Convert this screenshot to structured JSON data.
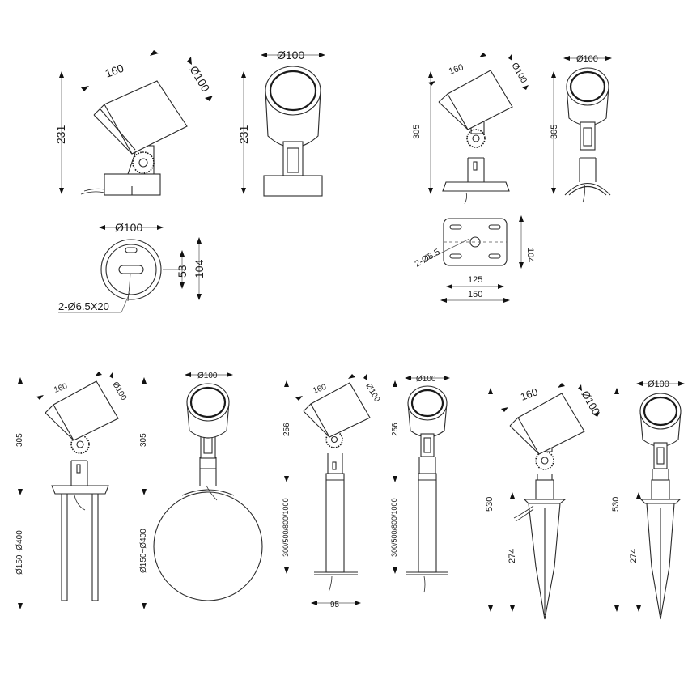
{
  "drawing": {
    "views": [
      {
        "id": "base-mount-side",
        "labels": {
          "length": "160",
          "diameter": "Ø100",
          "height": "231"
        }
      },
      {
        "id": "base-mount-front",
        "labels": {
          "diameter": "Ø100",
          "height": "231"
        }
      },
      {
        "id": "base-mount-bottom",
        "labels": {
          "diameter": "Ø100",
          "inner": "53",
          "outer": "104",
          "holes": "2-Ø6.5X20"
        }
      },
      {
        "id": "plate-mount-side",
        "labels": {
          "length": "160",
          "diameter": "Ø100",
          "height": "305"
        }
      },
      {
        "id": "plate-mount-front",
        "labels": {
          "diameter": "Ø100",
          "height": "305"
        }
      },
      {
        "id": "plate-mount-bottom",
        "labels": {
          "holes": "2-Ø8.5",
          "height": "104",
          "inner_width": "125",
          "outer_width": "150"
        }
      },
      {
        "id": "tree-mount-side",
        "labels": {
          "length": "160",
          "diameter": "Ø100",
          "height": "305",
          "range": "Ø150~Ø400"
        }
      },
      {
        "id": "tree-mount-front",
        "labels": {
          "diameter": "Ø100",
          "height": "305",
          "range": "Ø150~Ø400"
        }
      },
      {
        "id": "pole-mount-side",
        "labels": {
          "length": "160",
          "diameter": "Ø100",
          "height": "256",
          "pole": "300/500/800/1000",
          "base": "95"
        }
      },
      {
        "id": "pole-mount-front",
        "labels": {
          "diameter": "Ø100",
          "height": "256",
          "pole": "300/500/800/1000"
        }
      },
      {
        "id": "spike-mount-side",
        "labels": {
          "length": "160",
          "diameter": "Ø100",
          "height": "530",
          "spike": "274"
        }
      },
      {
        "id": "spike-mount-front",
        "labels": {
          "diameter": "Ø100",
          "height": "530",
          "spike": "274"
        }
      }
    ]
  }
}
